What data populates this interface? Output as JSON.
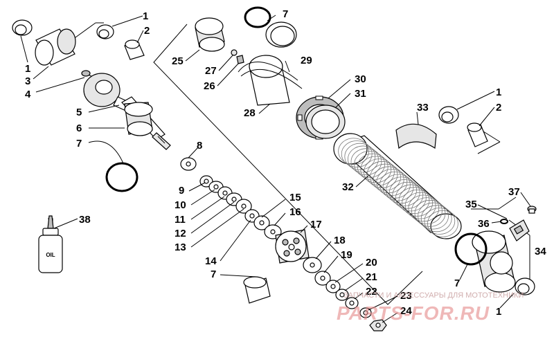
{
  "callouts": [
    {
      "id": "c1a",
      "label": "1"
    },
    {
      "id": "c2a",
      "label": "2"
    },
    {
      "id": "c1b",
      "label": "1"
    },
    {
      "id": "c3",
      "label": "3"
    },
    {
      "id": "c4",
      "label": "4"
    },
    {
      "id": "c5",
      "label": "5"
    },
    {
      "id": "c6",
      "label": "6"
    },
    {
      "id": "c7a",
      "label": "7"
    },
    {
      "id": "c8",
      "label": "8"
    },
    {
      "id": "c9",
      "label": "9"
    },
    {
      "id": "c10",
      "label": "10"
    },
    {
      "id": "c11",
      "label": "11"
    },
    {
      "id": "c12",
      "label": "12"
    },
    {
      "id": "c13",
      "label": "13"
    },
    {
      "id": "c14",
      "label": "14"
    },
    {
      "id": "c7b",
      "label": "7"
    },
    {
      "id": "c15",
      "label": "15"
    },
    {
      "id": "c16",
      "label": "16"
    },
    {
      "id": "c17",
      "label": "17"
    },
    {
      "id": "c18",
      "label": "18"
    },
    {
      "id": "c19",
      "label": "19"
    },
    {
      "id": "c20",
      "label": "20"
    },
    {
      "id": "c21",
      "label": "21"
    },
    {
      "id": "c22",
      "label": "22"
    },
    {
      "id": "c23",
      "label": "23"
    },
    {
      "id": "c24",
      "label": "24"
    },
    {
      "id": "c7c",
      "label": "7"
    },
    {
      "id": "c25",
      "label": "25"
    },
    {
      "id": "c27",
      "label": "27"
    },
    {
      "id": "c26",
      "label": "26"
    },
    {
      "id": "c29",
      "label": "29"
    },
    {
      "id": "c28",
      "label": "28"
    },
    {
      "id": "c30",
      "label": "30"
    },
    {
      "id": "c31",
      "label": "31"
    },
    {
      "id": "c32",
      "label": "32"
    },
    {
      "id": "c33",
      "label": "33"
    },
    {
      "id": "c1c",
      "label": "1"
    },
    {
      "id": "c2b",
      "label": "2"
    },
    {
      "id": "c35",
      "label": "35"
    },
    {
      "id": "c37",
      "label": "37"
    },
    {
      "id": "c36",
      "label": "36"
    },
    {
      "id": "c34",
      "label": "34"
    },
    {
      "id": "c7d",
      "label": "7"
    },
    {
      "id": "c1d",
      "label": "1"
    },
    {
      "id": "c38",
      "label": "38"
    }
  ],
  "oil_bottle_label": "OIL",
  "watermark": {
    "tagline": "ЗАПЧАСТИ И АКСЕССУАРЫ ДЛЯ МОТОТЕХНИКИ",
    "brand": "PARTS-FOR.RU"
  }
}
